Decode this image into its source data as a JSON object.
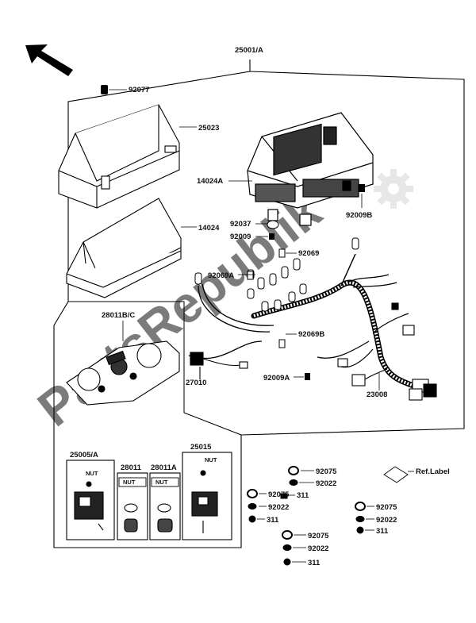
{
  "watermark": {
    "text": "PartsRepublik",
    "color": "#cfcfcf"
  },
  "arrow_icon": "direction-arrow-icon",
  "gear_icon": "gear-icon",
  "labels": {
    "assembly": "25001/A",
    "screw_top": "92077",
    "cover": "25023",
    "case": "14024A",
    "lens": "14024",
    "grommet": "92037",
    "screw_small": "92009",
    "screw_b": "92009B",
    "bulb_a": "92069A",
    "bulb": "92069",
    "bulb_b": "92069B",
    "screw_a": "92009A",
    "harness": "23008",
    "face_panel": "28011B/C",
    "socket_lead": "27010",
    "meter_left": "25005/A",
    "meter_mid": "28011",
    "meter_mid_a": "28011A",
    "meter_right": "25015",
    "nut": "NUT",
    "washer_ring": "92075",
    "washer_flat": "92022",
    "nut_311": "311",
    "ref_label": "Ref.Label"
  }
}
